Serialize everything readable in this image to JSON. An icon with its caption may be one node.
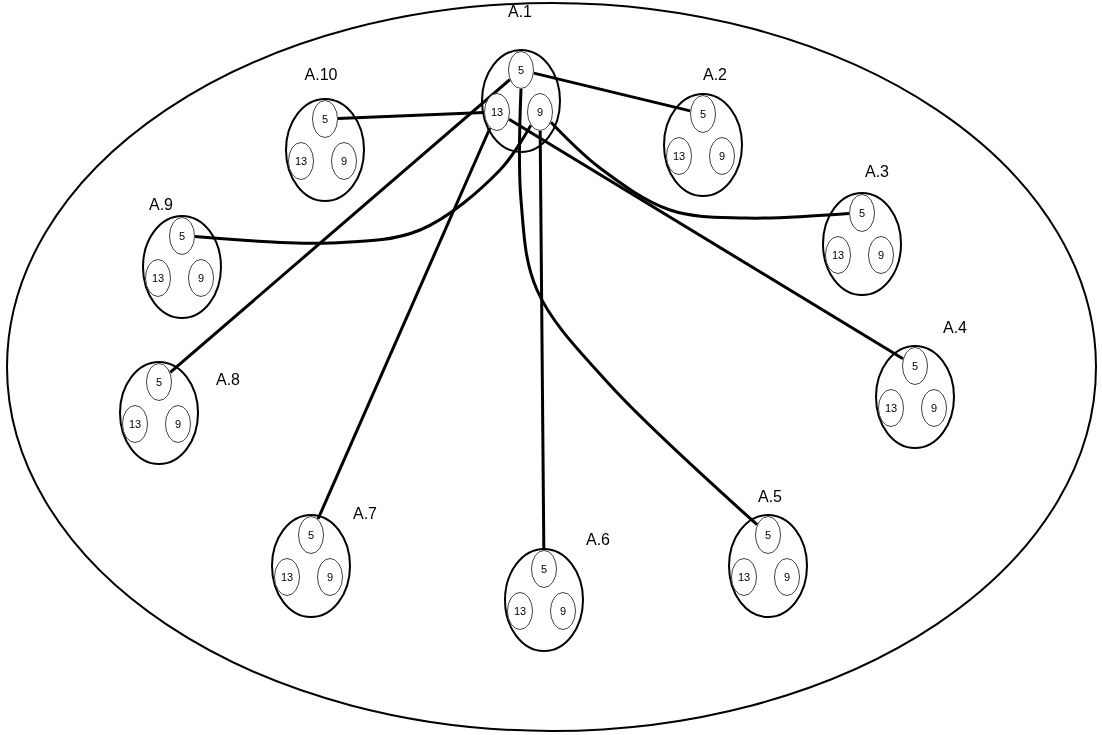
{
  "diagram": {
    "nodes": [
      {
        "text": [],
        "shape": "ellipse"
      },
      {
        "text": [
          "A.1"
        ],
        "in": 0
      },
      {
        "text": [
          "5"
        ],
        "in": 1
      },
      {
        "text": [
          "13"
        ],
        "in": 1
      },
      {
        "text": [
          "9"
        ],
        "in": 1
      },
      {
        "text": [
          "A.2"
        ],
        "in": 0
      },
      {
        "text": [
          "5"
        ],
        "in": 5
      },
      {
        "text": [
          "13"
        ],
        "in": 5
      },
      {
        "text": [
          "9"
        ],
        "in": 5
      },
      {
        "text": [
          "A.3"
        ],
        "in": 0
      },
      {
        "text": [
          "5"
        ],
        "in": 9
      },
      {
        "text": [
          "13"
        ],
        "in": 9
      },
      {
        "text": [
          "9"
        ],
        "in": 9
      },
      {
        "text": [
          "A.4"
        ],
        "in": 0
      },
      {
        "text": [
          "5"
        ],
        "in": 13
      },
      {
        "text": [
          "13"
        ],
        "in": 13
      },
      {
        "text": [
          "9"
        ],
        "in": 13
      },
      {
        "text": [
          "A.5"
        ],
        "in": 0
      },
      {
        "text": [
          "5"
        ],
        "in": 17
      },
      {
        "text": [
          "13"
        ],
        "in": 17
      },
      {
        "text": [
          "9"
        ],
        "in": 17
      },
      {
        "text": [
          "A.6"
        ],
        "in": 0
      },
      {
        "text": [
          "5"
        ],
        "in": 21
      },
      {
        "text": [
          "13"
        ],
        "in": 21
      },
      {
        "text": [
          "9"
        ],
        "in": 21
      },
      {
        "text": [
          "A.7"
        ],
        "in": 0
      },
      {
        "text": [
          "5"
        ],
        "in": 25
      },
      {
        "text": [
          "13"
        ],
        "in": 25
      },
      {
        "text": [
          "9"
        ],
        "in": 25
      },
      {
        "text": [
          "A.8"
        ],
        "in": 0
      },
      {
        "text": [
          "5"
        ],
        "in": 29
      },
      {
        "text": [
          "13"
        ],
        "in": 29
      },
      {
        "text": [
          "9"
        ],
        "in": 29
      },
      {
        "text": [
          "A.9"
        ],
        "in": 0
      },
      {
        "text": [
          "5"
        ],
        "in": 33
      },
      {
        "text": [
          "13"
        ],
        "in": 33
      },
      {
        "text": [
          "9"
        ],
        "in": 33
      },
      {
        "text": [
          "A.10"
        ],
        "in": 0
      },
      {
        "text": [
          "5"
        ],
        "in": 37
      },
      {
        "text": [
          "13"
        ],
        "in": 37
      },
      {
        "text": [
          "9"
        ],
        "in": 37
      }
    ],
    "edges": [
      {
        "from": 2,
        "to": 6,
        "arrow": "none"
      },
      {
        "from": 4,
        "to": 10,
        "arrow": "none"
      },
      {
        "from": 3,
        "to": 14,
        "arrow": "none"
      },
      {
        "from": 2,
        "to": 18,
        "arrow": "none"
      },
      {
        "from": 4,
        "to": 22,
        "arrow": "none"
      },
      {
        "from": 3,
        "to": 26,
        "arrow": "none"
      },
      {
        "from": 2,
        "to": 30,
        "arrow": "none"
      },
      {
        "from": 4,
        "to": 34,
        "arrow": "none"
      },
      {
        "from": 3,
        "to": 38,
        "arrow": "none"
      }
    ]
  }
}
